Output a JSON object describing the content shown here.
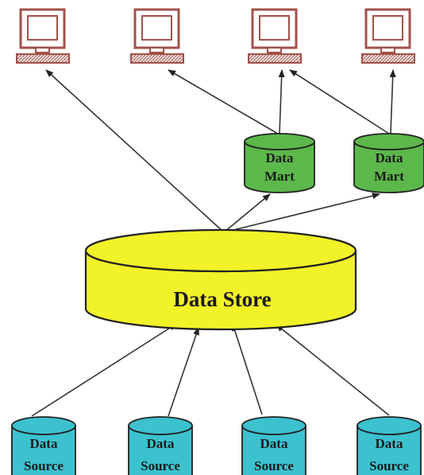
{
  "colors": {
    "data_store": "#f2f229",
    "data_mart": "#5cb84a",
    "data_source": "#3cc1cf",
    "monitor": "#a0524a",
    "outline": "#222222"
  },
  "data_store": {
    "label": "Data Store"
  },
  "data_marts": [
    {
      "line1": "Data",
      "line2": "Mart"
    },
    {
      "line1": "Data",
      "line2": "Mart"
    }
  ],
  "data_sources": [
    {
      "line1": "Data",
      "line2": "Source"
    },
    {
      "line1": "Data",
      "line2": "Source"
    },
    {
      "line1": "Data",
      "line2": "Source"
    },
    {
      "line1": "Data",
      "line2": "Source"
    }
  ],
  "computers": [
    {
      "icon": "computer-terminal-icon"
    },
    {
      "icon": "computer-terminal-icon"
    },
    {
      "icon": "computer-terminal-icon"
    },
    {
      "icon": "computer-terminal-icon"
    }
  ],
  "connections": [
    {
      "from": "data_source_1",
      "to": "data_store"
    },
    {
      "from": "data_source_2",
      "to": "data_store"
    },
    {
      "from": "data_source_3",
      "to": "data_store"
    },
    {
      "from": "data_source_4",
      "to": "data_store"
    },
    {
      "from": "data_store",
      "to": "computer_1"
    },
    {
      "from": "data_store",
      "to": "data_mart_1"
    },
    {
      "from": "data_store",
      "to": "data_mart_2"
    },
    {
      "from": "data_mart_1",
      "to": "computer_2"
    },
    {
      "from": "data_mart_1",
      "to": "computer_3"
    },
    {
      "from": "data_mart_2",
      "to": "computer_3"
    },
    {
      "from": "data_mart_2",
      "to": "computer_4"
    }
  ]
}
